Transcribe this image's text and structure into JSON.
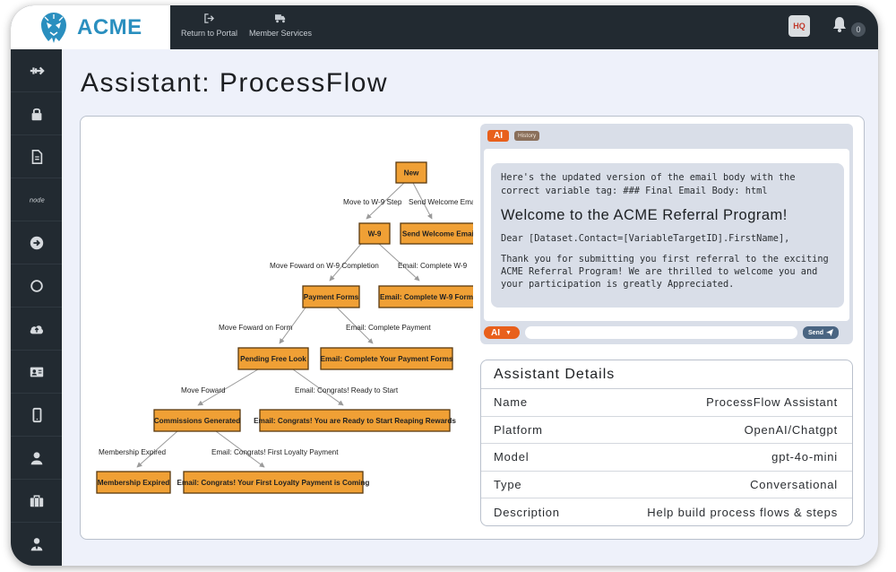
{
  "brand": {
    "name": "ACME"
  },
  "topnav": {
    "items": [
      {
        "label": "Return to Portal",
        "icon": "sign-out-icon"
      },
      {
        "label": "Member Services",
        "icon": "truck-icon"
      }
    ],
    "hq_label": "HQ",
    "notification_count": "0"
  },
  "sidebar": {
    "items": [
      "plane-icon",
      "lock-icon",
      "document-icon",
      "node-icon",
      "arrow-right-circle-icon",
      "circle-icon",
      "cloud-upload-icon",
      "id-card-icon",
      "mobile-icon",
      "user-icon",
      "briefcase-icon",
      "user-tie-icon"
    ]
  },
  "page": {
    "title": "Assistant: ProcessFlow"
  },
  "flow": {
    "nodes": {
      "new": "New",
      "w9": "W-9",
      "send_welcome": "Send Welcome Email",
      "payment_forms": "Payment Forms",
      "email_w9": "Email: Complete W-9 Form",
      "pending": "Pending Free Look",
      "email_payment": "Email: Complete Your Payment Forms",
      "commissions": "Commissions Generated",
      "email_congrats": "Email: Congrats! You are Ready to Start Reaping Rewards",
      "membership_expired": "Membership Expired",
      "email_loyalty": "Email: Congrats! Your First Loyalty Payment is Coming"
    },
    "edges": {
      "move_w9": "Move to W-9 Step",
      "send_welcome": "Send Welcome Email",
      "move_forward_w9": "Move Foward on W-9 Completion",
      "email_complete_w9": "Email: Complete W-9",
      "move_forward_form": "Move Foward on Form",
      "email_complete_payment": "Email: Complete Payment",
      "move_forward": "Move Foward",
      "email_ready": "Email: Congrats! Ready to Start",
      "membership_expired": "Membership Expired",
      "email_first_loyalty": "Email: Congrats! First Loyalty Payment"
    }
  },
  "chat": {
    "ai_label": "AI",
    "history_label": "History",
    "message": {
      "intro": "Here's the updated version of the email body with the correct variable tag: ### Final Email Body: html",
      "headline": "Welcome to the ACME Referral Program!",
      "greeting": "Dear [Dataset.Contact=[VariableTargetID].FirstName],",
      "body": "Thank you for submitting you first referral to the exciting ACME Referral Program! We are thrilled to welcome you and your participation is greatly Appreciated."
    },
    "input": {
      "value": "",
      "placeholder": ""
    },
    "send_label": "Send"
  },
  "details": {
    "title": "Assistant Details",
    "rows": [
      {
        "label": "Name",
        "value": "ProcessFlow Assistant"
      },
      {
        "label": "Platform",
        "value": "OpenAI/Chatgpt"
      },
      {
        "label": "Model",
        "value": "gpt-4o-mini"
      },
      {
        "label": "Type",
        "value": "Conversational"
      },
      {
        "label": "Description",
        "value": "Help build process flows & steps"
      }
    ]
  },
  "colors": {
    "flow_node": "#f0a035",
    "accent_orange": "#e8601c",
    "dark_nav": "#222a31",
    "brand_blue": "#2a8fbf"
  }
}
